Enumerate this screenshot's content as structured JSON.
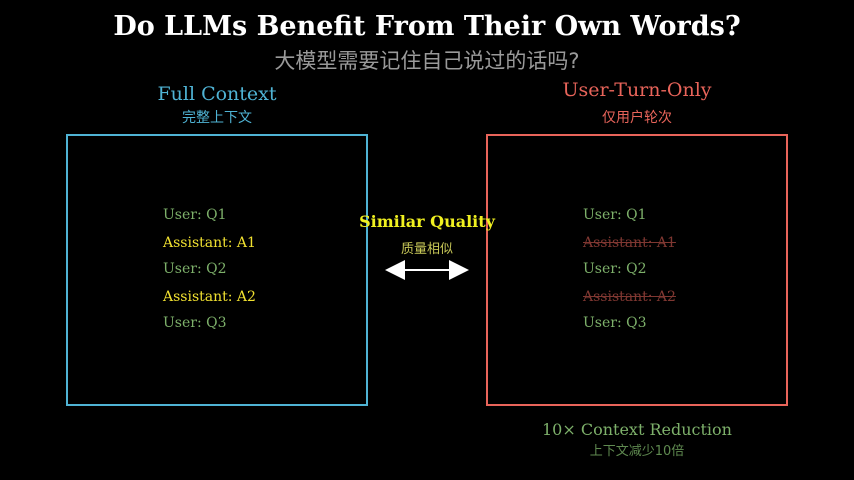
{
  "title": "Do LLMs Benefit From Their Own Words?",
  "subtitle": "大模型需要记住自己说过的话吗?",
  "colors": {
    "background": "#000000",
    "left_accent": "#4fb3d4",
    "right_accent": "#e8645a",
    "user_text": "#7db06a",
    "assistant_text": "#f0e030",
    "struck_text": "#e8645a",
    "mid_label": "#f0f020",
    "mid_sub": "#c8c858",
    "reduction": "#7db06a"
  },
  "left_panel": {
    "title": "Full Context",
    "subtitle": "完整上下文",
    "lines": [
      {
        "text": "User: Q1",
        "role": "user"
      },
      {
        "text": "Assistant: A1",
        "role": "assistant"
      },
      {
        "text": "User: Q2",
        "role": "user"
      },
      {
        "text": "Assistant: A2",
        "role": "assistant"
      },
      {
        "text": "User: Q3",
        "role": "user"
      }
    ]
  },
  "right_panel": {
    "title": "User-Turn-Only",
    "subtitle": "仅用户轮次",
    "lines": [
      {
        "text": "User: Q1",
        "role": "user"
      },
      {
        "text": "Assistant: A1",
        "role": "struck"
      },
      {
        "text": "User: Q2",
        "role": "user"
      },
      {
        "text": "Assistant: A2",
        "role": "struck"
      },
      {
        "text": "User: Q3",
        "role": "user"
      }
    ]
  },
  "middle": {
    "label": "Similar Quality",
    "sublabel": "质量相似",
    "arrow_icon": "double-arrow-icon"
  },
  "footer": {
    "reduction": "10× Context Reduction",
    "reduction_sub": "上下文减少10倍"
  }
}
